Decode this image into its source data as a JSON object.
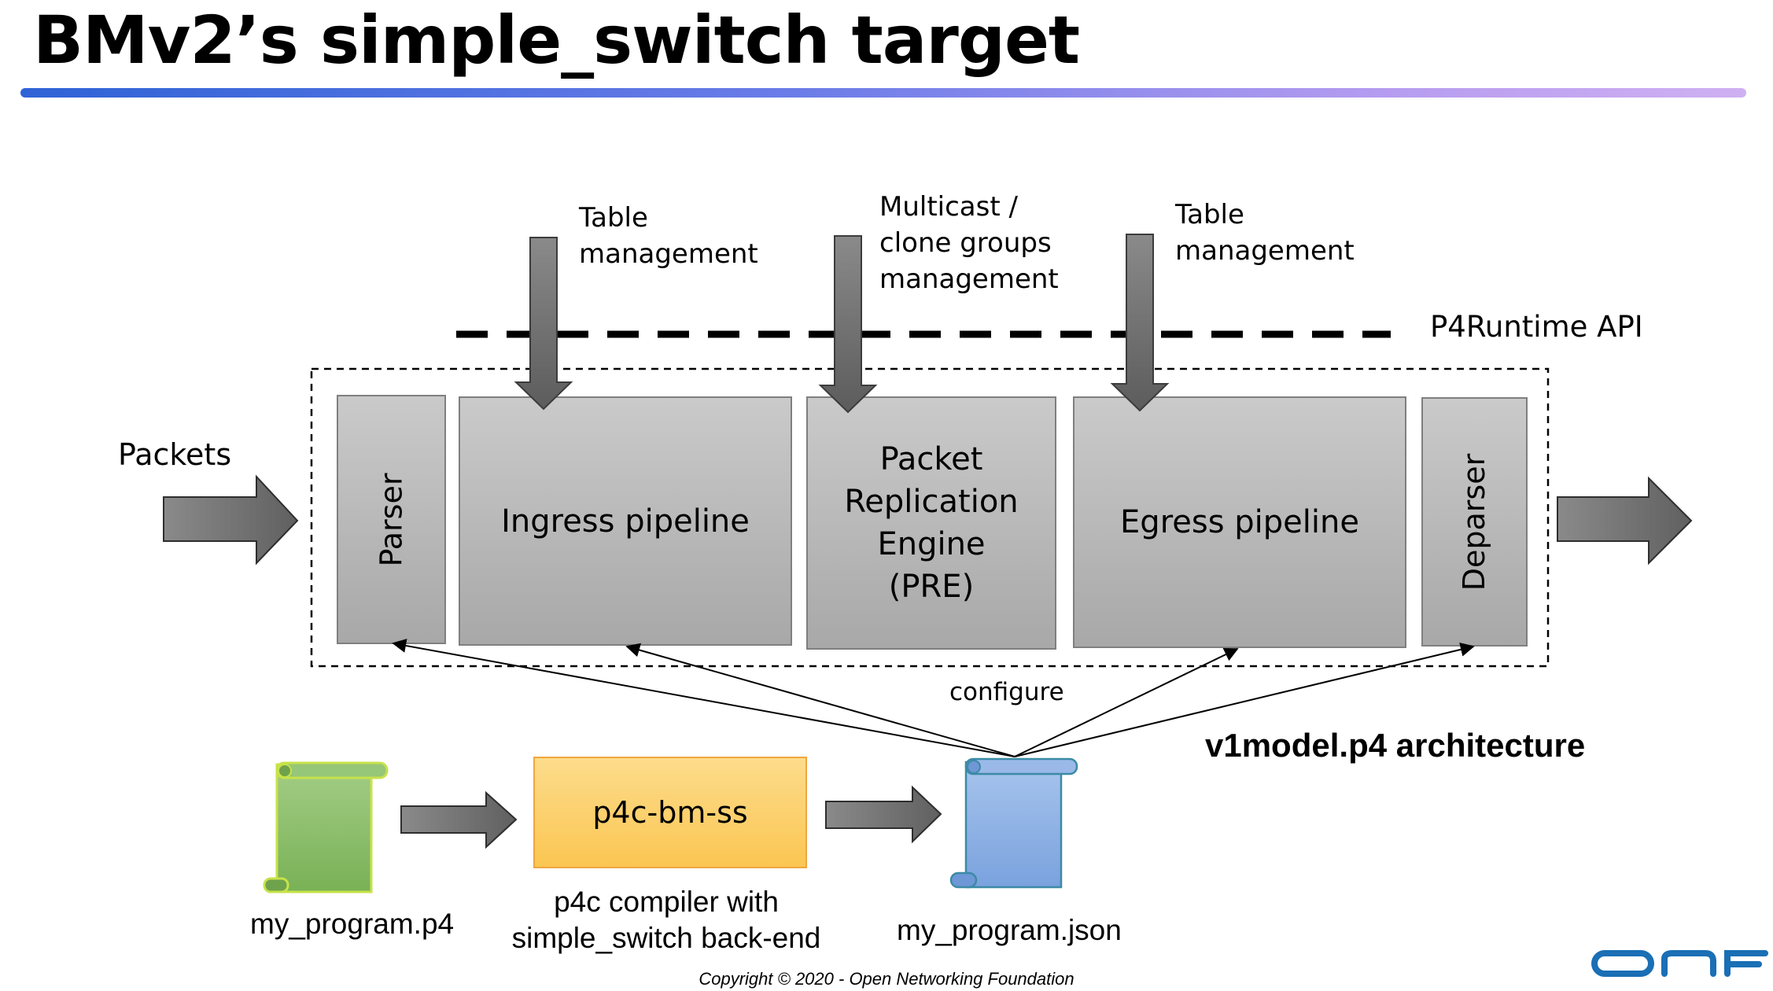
{
  "slide": {
    "title": "BMv2’s simple_switch target",
    "copyright": "Copyright © 2020 - Open Networking Foundation",
    "logo_text": "ONF"
  },
  "annotations": {
    "table_mgmt_left": [
      "Table",
      "management"
    ],
    "multicast_mgmt": [
      "Multicast /",
      "clone groups",
      "management"
    ],
    "table_mgmt_right": [
      "Table",
      "management"
    ],
    "p4runtime": "P4Runtime API",
    "packets": "Packets",
    "configure": "configure",
    "architecture": "v1model.p4 architecture"
  },
  "pipeline": {
    "parser": "Parser",
    "ingress": "Ingress pipeline",
    "pre": [
      "Packet",
      "Replication",
      "Engine",
      "(PRE)"
    ],
    "egress": "Egress pipeline",
    "deparser": "Deparser"
  },
  "toolchain": {
    "source_file": "my_program.p4",
    "compiler": "p4c-bm-ss",
    "compiler_desc": [
      "p4c compiler with",
      "simple_switch back-end"
    ],
    "output_file": "my_program.json"
  },
  "colors": {
    "box_top": "#c8c8c8",
    "box_bottom": "#a9a9a9",
    "arrow_fill": "#707070",
    "source_file_fill": "#8ec06f",
    "compiler_fill": "#fccf6a",
    "output_file_fill": "#8fb2e3",
    "logo": "#1a6fb5"
  }
}
